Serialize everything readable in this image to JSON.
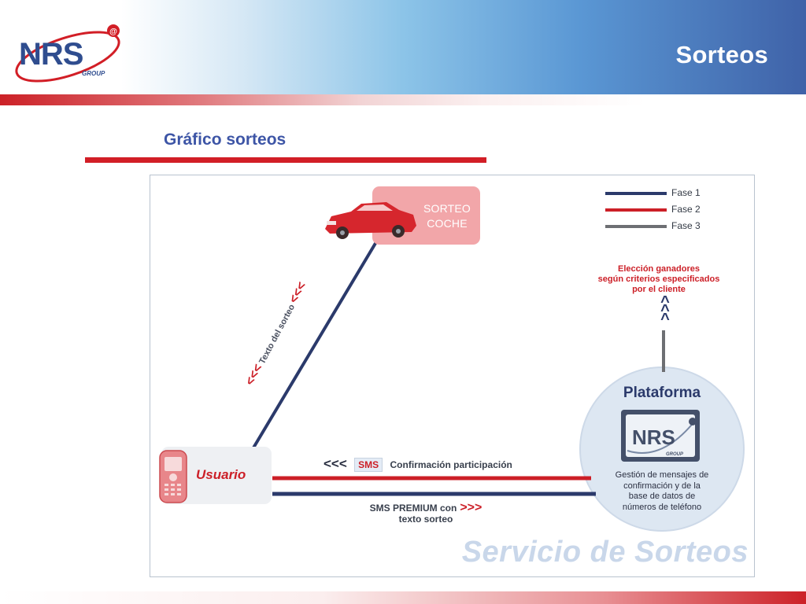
{
  "header": {
    "title": "Sorteos",
    "logo_text": "NRS",
    "logo_subtext": "GROUP",
    "logo_badge": "@"
  },
  "section": {
    "title": "Gráfico sorteos"
  },
  "diagram": {
    "legend": [
      {
        "label": "Fase 1",
        "color": "#2b3a6b"
      },
      {
        "label": "Fase 2",
        "color": "#cc1f27"
      },
      {
        "label": "Fase 3",
        "color": "#6d6f73"
      }
    ],
    "prize_box": {
      "line1": "SORTEO",
      "line2": "COCHE"
    },
    "user_label": "Usuario",
    "diagonal_label": "Texto del sorteo",
    "diagonal_arrows": "<<<",
    "winners_text": [
      "Elección ganadores",
      "según criterios especificados",
      "por el cliente"
    ],
    "up_arrows": "^",
    "platform": {
      "title": "Plataforma",
      "logo_text": "NRS",
      "logo_subtext": "GROUP",
      "description": [
        "Gestión de mensajes de",
        "confirmación y de la",
        "base de datos de",
        "números de teléfono"
      ]
    },
    "confirmation": {
      "arrows": "<<<",
      "sms_tag": "SMS",
      "text": "Confirmación participación"
    },
    "premium": {
      "line1": "SMS PREMIUM con",
      "line2": "texto sorteo",
      "arrows": ">>>"
    },
    "watermark": "Servicio de Sorteos"
  }
}
